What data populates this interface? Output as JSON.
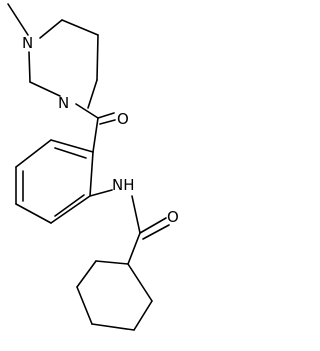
{
  "molecule": {
    "atoms": {
      "n_methyl": "N",
      "n_amide_piperazine": "N",
      "o_ketone": "O",
      "nh_amide": "NH",
      "o_amide": "O"
    }
  },
  "colors": {
    "bond": "#000000",
    "label": "#000000",
    "background": "#ffffff"
  }
}
